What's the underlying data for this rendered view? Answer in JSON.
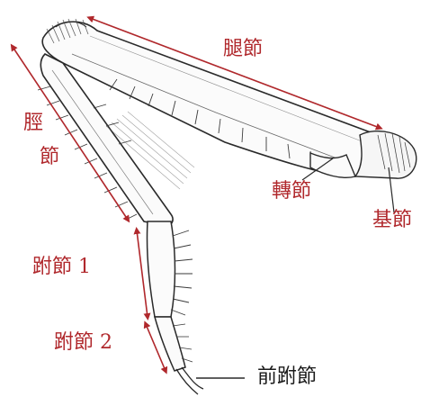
{
  "diagram": {
    "labels": {
      "femur": "腿節",
      "tibia_top": "脛",
      "tibia_bottom": "節",
      "trochanter": "轉節",
      "coxa": "基節",
      "tarsus1": "跗節 1",
      "tarsus2": "跗節 2",
      "pretarsus": "前跗節"
    },
    "colors": {
      "label": "#b0282c",
      "arrow": "#b0282c",
      "ink": "#2a2a2a",
      "pretarsus_label": "#1a1a1a"
    }
  }
}
